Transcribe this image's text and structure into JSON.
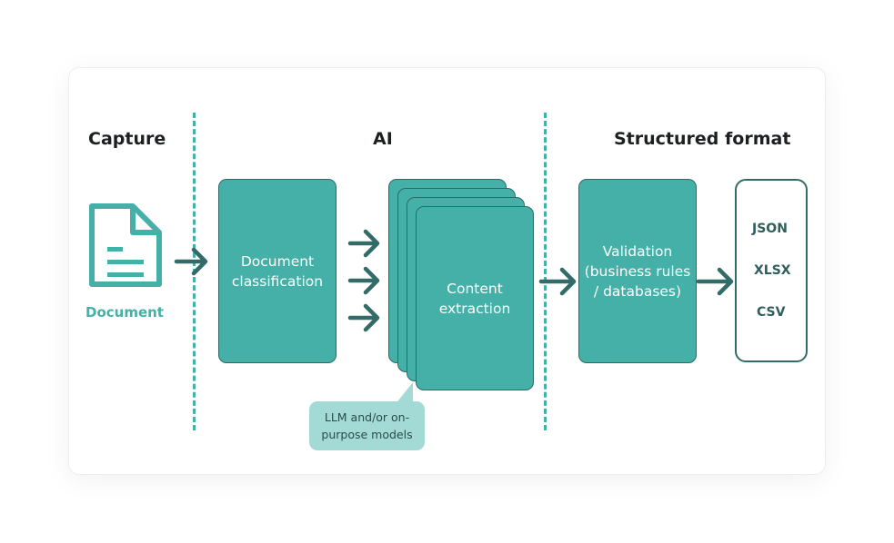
{
  "headings": {
    "capture": "Capture",
    "ai": "AI",
    "structured": "Structured format"
  },
  "document": {
    "label": "Document",
    "icon": "document-icon"
  },
  "classification": {
    "line1": "Document",
    "line2": "classification"
  },
  "extraction": {
    "line1": "Content",
    "line2": "extraction"
  },
  "validation": {
    "line1": "Validation",
    "line2": "(business rules",
    "line3": "/ databases)"
  },
  "formats": [
    "JSON",
    "XLSX",
    "CSV"
  ],
  "bubble": {
    "line1": "LLM and/or on-",
    "line2": "purpose models"
  },
  "colors": {
    "teal": "#45b0a8",
    "dark_teal": "#336b68",
    "bubble": "#a3dad5",
    "text": "#1c2020"
  }
}
